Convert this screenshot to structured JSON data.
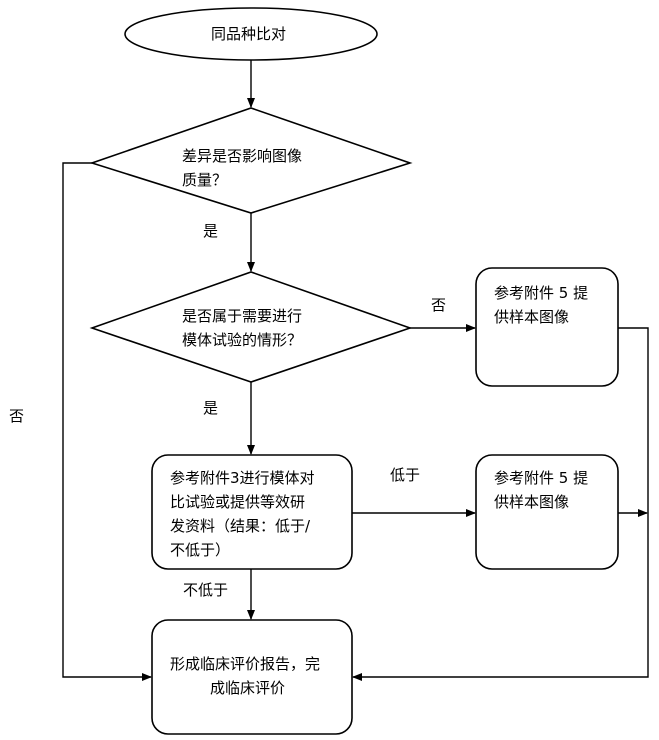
{
  "nodes": {
    "start": "同品种比对",
    "d1_line1": "差异是否影响图像",
    "d1_line2": "质量？",
    "d2_line1": "是否属于需要进行",
    "d2_line2": "模体试验的情形？",
    "p1_line1": "参考附件 5 提",
    "p1_line2": "供样本图像",
    "p2_line1": "参考附件3进行模体对",
    "p2_line2": "比试验或提供等效研",
    "p2_line3": "发资料（结果：低于/",
    "p2_line4": "不低于）",
    "p3_line1": "参考附件 5 提",
    "p3_line2": "供样本图像",
    "end_line1": "形成临床评价报告，完",
    "end_line2": "成临床评价"
  },
  "edge_labels": {
    "yes1": "是",
    "yes2": "是",
    "no_right": "否",
    "no_left": "否",
    "lower": "低于",
    "not_lower": "不低于"
  }
}
